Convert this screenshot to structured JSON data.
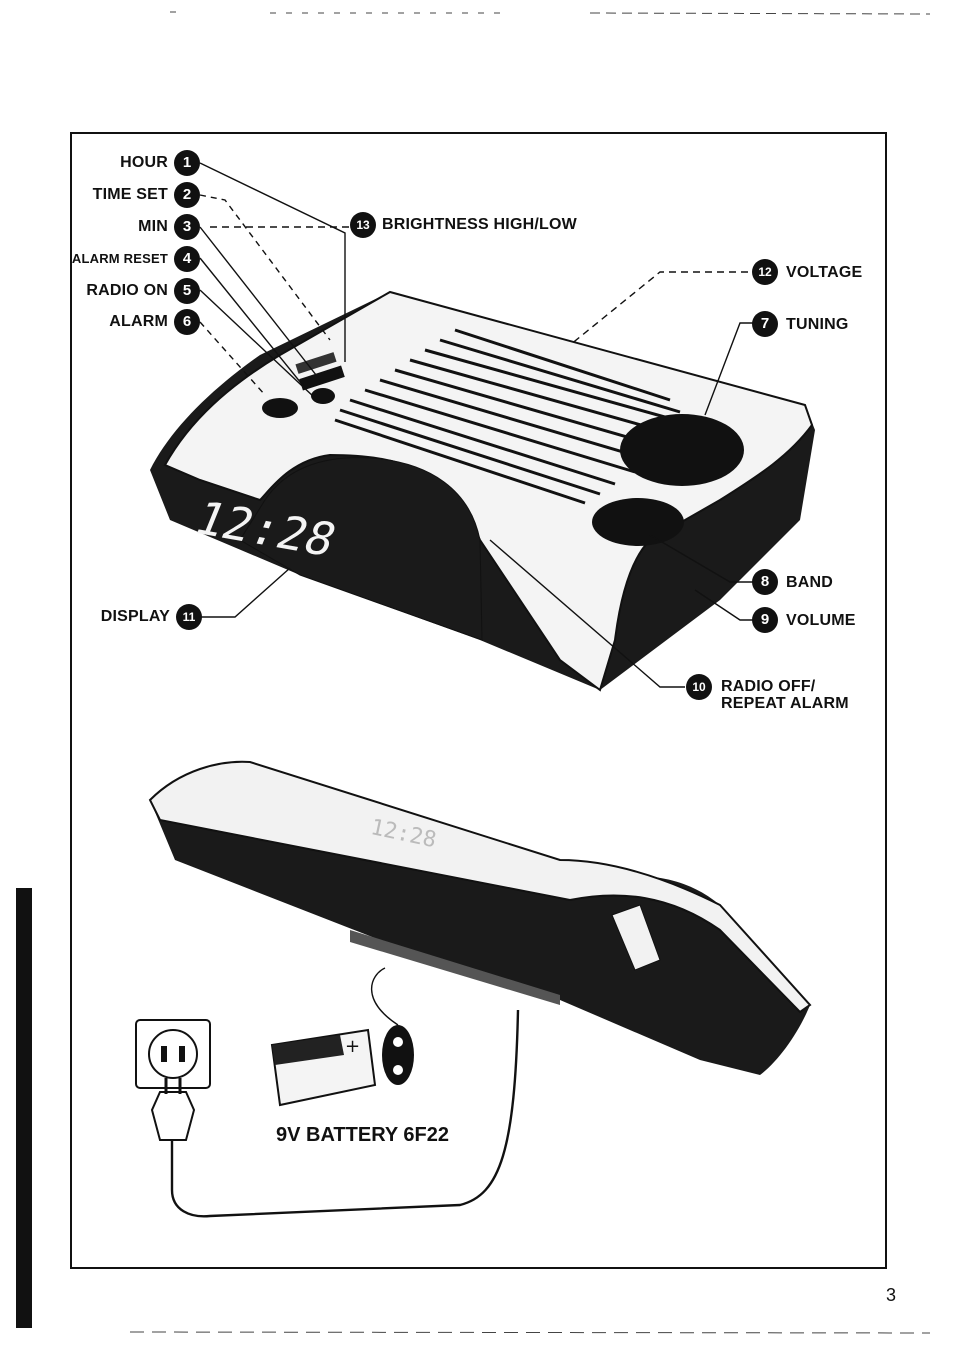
{
  "page_number": "3",
  "clock_display": "12:28",
  "battery_caption": "9V BATTERY 6F22",
  "controls": {
    "hour": {
      "label": "HOUR",
      "num": "1"
    },
    "time_set": {
      "label": "TIME SET",
      "num": "2"
    },
    "min": {
      "label": "MIN",
      "num": "3"
    },
    "alarm_reset": {
      "label": "ALARM RESET",
      "num": "4"
    },
    "radio_on": {
      "label": "RADIO ON",
      "num": "5"
    },
    "alarm": {
      "label": "ALARM",
      "num": "6"
    },
    "tuning": {
      "label": "TUNING",
      "num": "7"
    },
    "band": {
      "label": "BAND",
      "num": "8"
    },
    "volume": {
      "label": "VOLUME",
      "num": "9"
    },
    "radio_off": {
      "label_line1": "RADIO OFF/",
      "label_line2": "REPEAT ALARM",
      "num": "10"
    },
    "display": {
      "label": "DISPLAY",
      "num": "11"
    },
    "voltage": {
      "label": "VOLTAGE",
      "num": "12"
    },
    "brightness": {
      "label": "BRIGHTNESS HIGH/LOW",
      "num": "13"
    }
  }
}
